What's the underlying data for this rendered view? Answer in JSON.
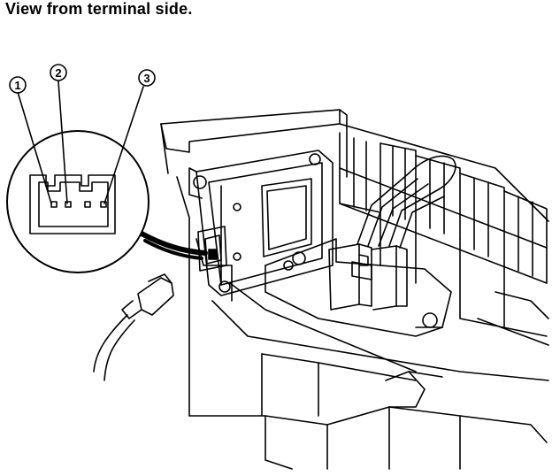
{
  "caption": "View from terminal side.",
  "callouts": [
    {
      "label": "1"
    },
    {
      "label": "2"
    },
    {
      "label": "3"
    }
  ],
  "colors": {
    "ink": "#000000",
    "paper": "#ffffff"
  }
}
